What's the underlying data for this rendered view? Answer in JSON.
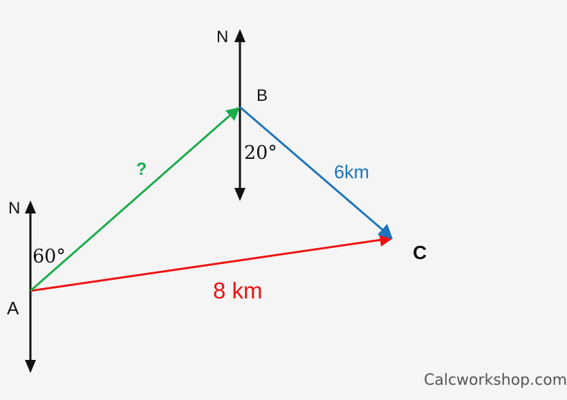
{
  "diagram": {
    "type": "vector-bearing-triangle",
    "points": {
      "A": {
        "label": "A"
      },
      "B": {
        "label": "B"
      },
      "C": {
        "label": "C"
      }
    },
    "north_labels": {
      "at_A": "N",
      "at_B": "N"
    },
    "angles": {
      "at_A": "60°",
      "at_B": "20°"
    },
    "vectors": [
      {
        "from": "A",
        "to": "B",
        "label": "?",
        "color": "#1aab4b"
      },
      {
        "from": "B",
        "to": "C",
        "label": "6km",
        "color": "#1c75bc"
      },
      {
        "from": "A",
        "to": "C",
        "label": "8 km",
        "color": "#ee1111"
      }
    ],
    "colors": {
      "axis": "#111111",
      "background": "#f5f5f5"
    }
  },
  "watermark": "Calcworkshop.com"
}
